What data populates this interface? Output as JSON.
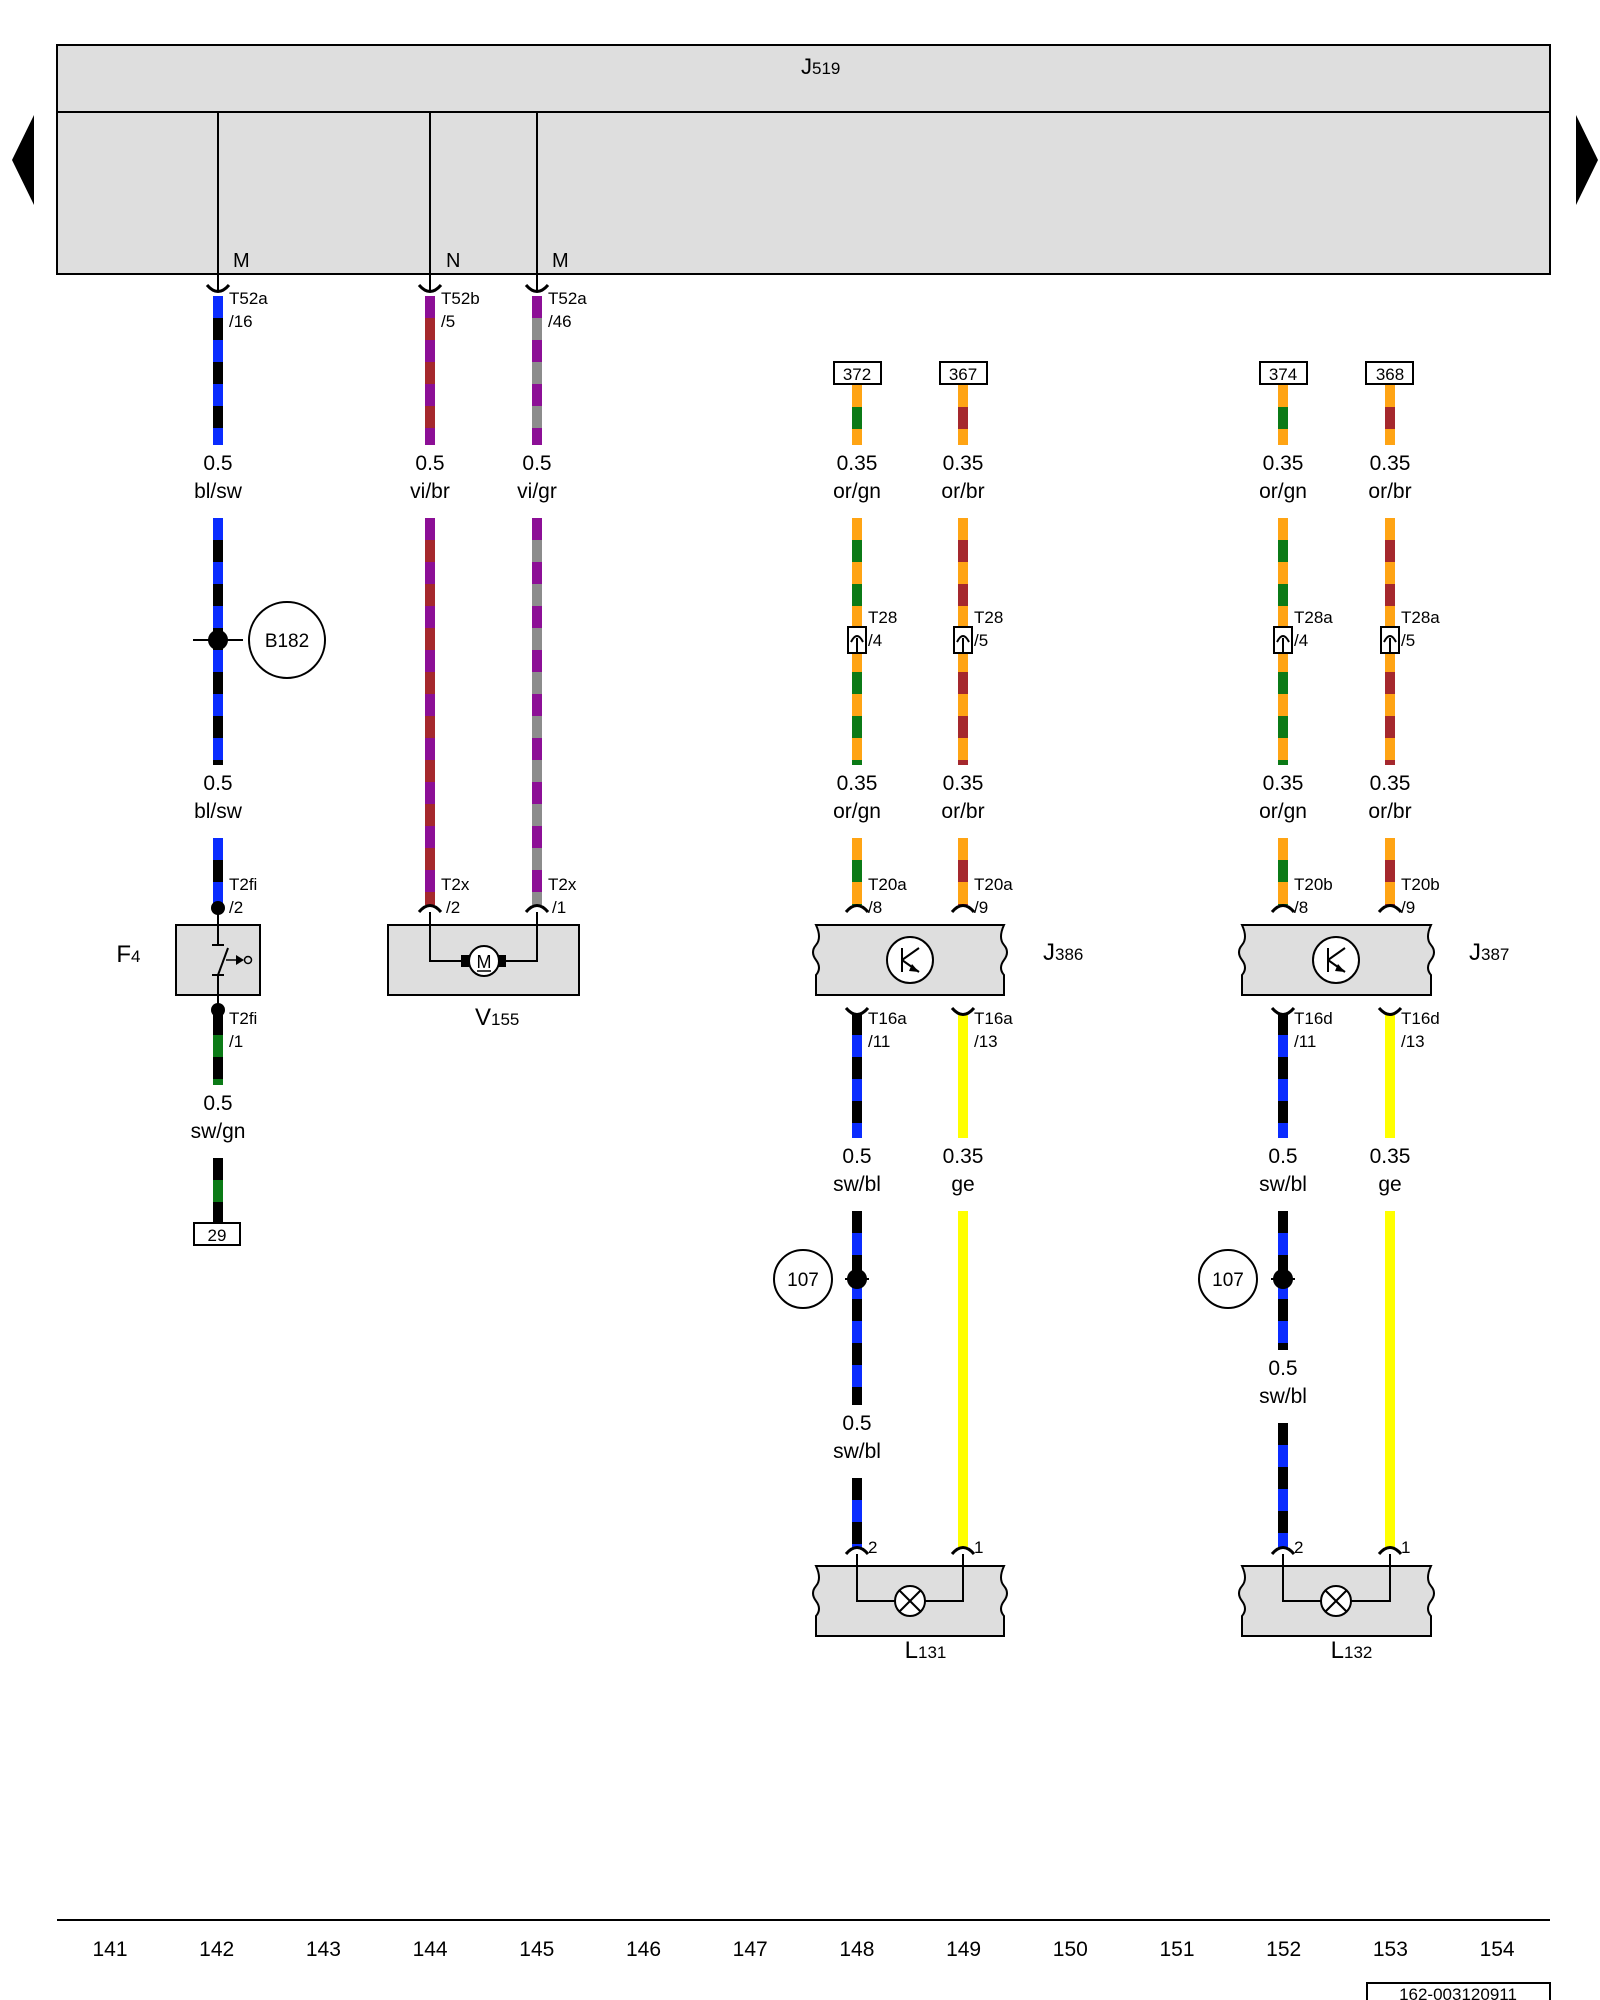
{
  "header": {
    "module_letter": "J",
    "module_sub": "519",
    "colors": {
      "module_fill": "#dedede",
      "border": "#000000"
    }
  },
  "colors": {
    "bl": "#0a2cff",
    "sw": "#000000",
    "vi": "#8c0f96",
    "br": "#a5282d",
    "gr": "#8c8c8c",
    "or": "#ffa414",
    "gn": "#0b7a16",
    "ge": "#ffff00"
  },
  "pins": {
    "c142": {
      "label": "M",
      "conn": "T52a",
      "num": "/16"
    },
    "c144": {
      "label": "N",
      "conn": "T52b",
      "num": "/5"
    },
    "c145": {
      "label": "M",
      "conn": "T52a",
      "num": "/46"
    }
  },
  "refs": {
    "r372": "372",
    "r367": "367",
    "r374": "374",
    "r368": "368",
    "r29": "29"
  },
  "wires": {
    "w142a": {
      "size": "0.5",
      "color": "bl/sw"
    },
    "w142b": {
      "size": "0.5",
      "color": "bl/sw"
    },
    "w142c": {
      "size": "0.5",
      "color": "sw/gn"
    },
    "w144": {
      "size": "0.5",
      "color": "vi/br"
    },
    "w145": {
      "size": "0.5",
      "color": "vi/gr"
    },
    "w148a": {
      "size": "0.35",
      "color": "or/gn"
    },
    "w148b": {
      "size": "0.35",
      "color": "or/gn"
    },
    "w148c": {
      "size": "0.5",
      "color": "sw/bl"
    },
    "w148d": {
      "size": "0.5",
      "color": "sw/bl"
    },
    "w149a": {
      "size": "0.35",
      "color": "or/br"
    },
    "w149b": {
      "size": "0.35",
      "color": "or/br"
    },
    "w149c": {
      "size": "0.35",
      "color": "ge"
    },
    "w152a": {
      "size": "0.35",
      "color": "or/gn"
    },
    "w152b": {
      "size": "0.35",
      "color": "or/gn"
    },
    "w152c": {
      "size": "0.5",
      "color": "sw/bl"
    },
    "w152d": {
      "size": "0.5",
      "color": "sw/bl"
    },
    "w153a": {
      "size": "0.35",
      "color": "or/br"
    },
    "w153b": {
      "size": "0.35",
      "color": "or/br"
    },
    "w153c": {
      "size": "0.35",
      "color": "ge"
    }
  },
  "connectors": {
    "t2fi_top": {
      "conn": "T2fi",
      "num": "/2"
    },
    "t2fi_bot": {
      "conn": "T2fi",
      "num": "/1"
    },
    "t2x_2": {
      "conn": "T2x",
      "num": "/2"
    },
    "t2x_1": {
      "conn": "T2x",
      "num": "/1"
    },
    "t28_4": {
      "conn": "T28",
      "num": "/4"
    },
    "t28_5": {
      "conn": "T28",
      "num": "/5"
    },
    "t28a_4": {
      "conn": "T28a",
      "num": "/4"
    },
    "t28a_5": {
      "conn": "T28a",
      "num": "/5"
    },
    "t20a_8": {
      "conn": "T20a",
      "num": "/8"
    },
    "t20a_9": {
      "conn": "T20a",
      "num": "/9"
    },
    "t20b_8": {
      "conn": "T20b",
      "num": "/8"
    },
    "t20b_9": {
      "conn": "T20b",
      "num": "/9"
    },
    "t16a_11": {
      "conn": "T16a",
      "num": "/11"
    },
    "t16a_13": {
      "conn": "T16a",
      "num": "/13"
    },
    "t16d_11": {
      "conn": "T16d",
      "num": "/11"
    },
    "t16d_13": {
      "conn": "T16d",
      "num": "/13"
    },
    "l131_2": {
      "num": "2"
    },
    "l131_1": {
      "num": "1"
    },
    "l132_2": {
      "num": "2"
    },
    "l132_1": {
      "num": "1"
    }
  },
  "components": {
    "b182": "B182",
    "f4": {
      "letter": "F",
      "sub": "4"
    },
    "v155": {
      "letter": "V",
      "sub": "155"
    },
    "j386": {
      "letter": "J",
      "sub": "386"
    },
    "j387": {
      "letter": "J",
      "sub": "387"
    },
    "l131": {
      "letter": "L",
      "sub": "131"
    },
    "l132": {
      "letter": "L",
      "sub": "132"
    },
    "m_symbol": "M",
    "gnd1": "107",
    "gnd2": "107"
  },
  "footer": {
    "columns": [
      "141",
      "142",
      "143",
      "144",
      "145",
      "146",
      "147",
      "148",
      "149",
      "150",
      "151",
      "152",
      "153",
      "154"
    ],
    "doc_number": "162-003120911"
  }
}
